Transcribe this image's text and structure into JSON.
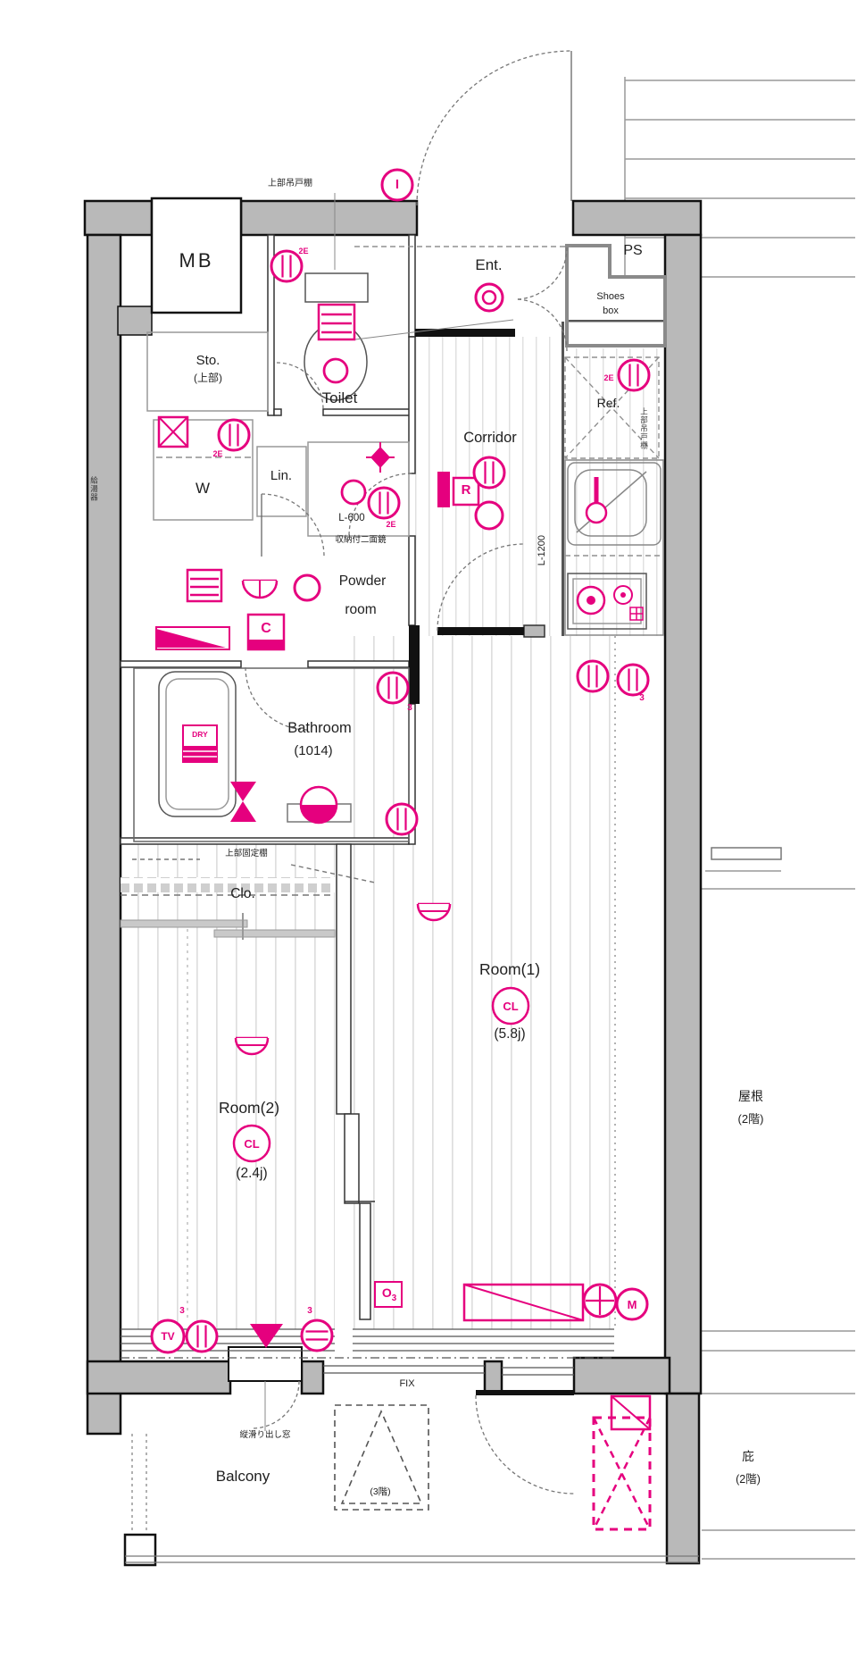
{
  "colors": {
    "accent": "#e5007e",
    "wall": "#b9b9b9",
    "line": "#333333"
  },
  "rooms": {
    "mb": "MB",
    "sto": "Sto.",
    "sto_sub": "(上部)",
    "toilet": "Toilet",
    "ent": "Ent.",
    "ps": "PS",
    "shoes_line1": "Shoes",
    "shoes_line2": "box",
    "ref": "Ref.",
    "corridor": "Corridor",
    "washer": "W",
    "linen": "Lin.",
    "powder_line1": "Powder",
    "powder_line2": "room",
    "bathroom": "Bathroom",
    "bathroom_size": "(1014)",
    "closet": "Clo.",
    "room1": "Room(1)",
    "room1_size": "(5.8j)",
    "room2": "Room(2)",
    "room2_size": "(2.4j)",
    "balcony": "Balcony"
  },
  "exterior": {
    "roof_line1": "屋根",
    "roof_line2": "(2階)",
    "eaves_line1": "庇",
    "eaves_line2": "(2階)",
    "floor3": "(3階)"
  },
  "annotations": {
    "upper_cupboard": "上部吊戸棚",
    "vanity_width": "L-600",
    "vanity_mirror": "収納付二面鏡",
    "kitchen_width": "L-1200",
    "kitchen_upper_cupboard": "上部吊戸棚",
    "water_heater": "給湯器",
    "upper_fixed_shelf": "上部固定棚",
    "fix_window": "FIX",
    "casement_window": "縦滑り出し窓"
  },
  "icons": {
    "intercom": "I",
    "remote_r": "R",
    "remote_c": "C",
    "closet_light": "CL",
    "bath_dryer": "DRY",
    "tv_outlet": "TV",
    "meter": "M",
    "outlet_o": "O",
    "sub3": "3",
    "tag_2e": "2E"
  }
}
